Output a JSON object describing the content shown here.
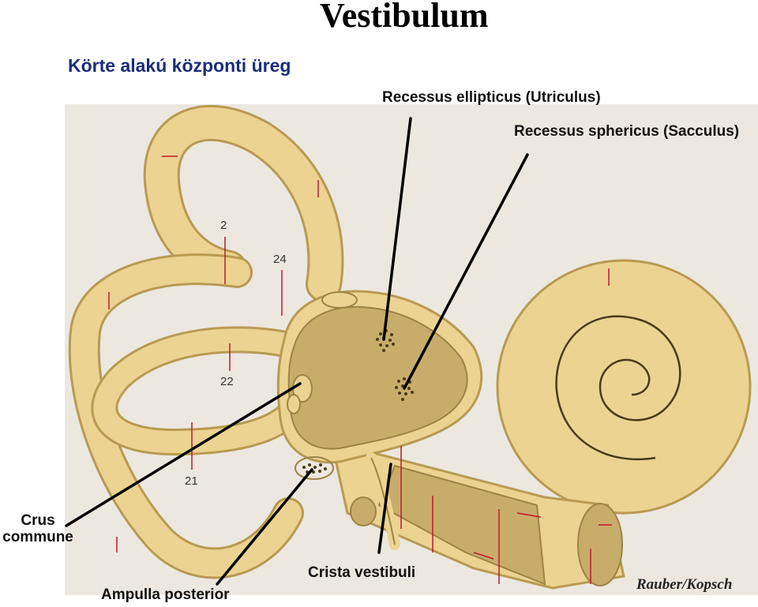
{
  "title": "Vestibulum",
  "subtitle": "Körte alakú központi üreg",
  "labels": {
    "recessus_ellipticus": "Recessus ellipticus (Utriculus)",
    "recessus_sphericus": "Recessus sphericus (Sacculus)",
    "crus_commune": "Crus commune",
    "ampulla_posterior": "Ampulla posterior",
    "crista_vestibuli": "Crista vestibuli"
  },
  "numbers": {
    "n2": "2",
    "n24": "24",
    "n22": "22",
    "n21": "21"
  },
  "credit": "Rauber/Kopsch",
  "colors": {
    "bone": "#ecd392",
    "bone_edge": "#b89a52",
    "cavity": "#c8ad6a",
    "cavity_dark": "#9c8446",
    "panel": "#ece8e0",
    "pointer": "#000000",
    "marker": "#c0182a",
    "subtitle": "#1a2d7a"
  }
}
